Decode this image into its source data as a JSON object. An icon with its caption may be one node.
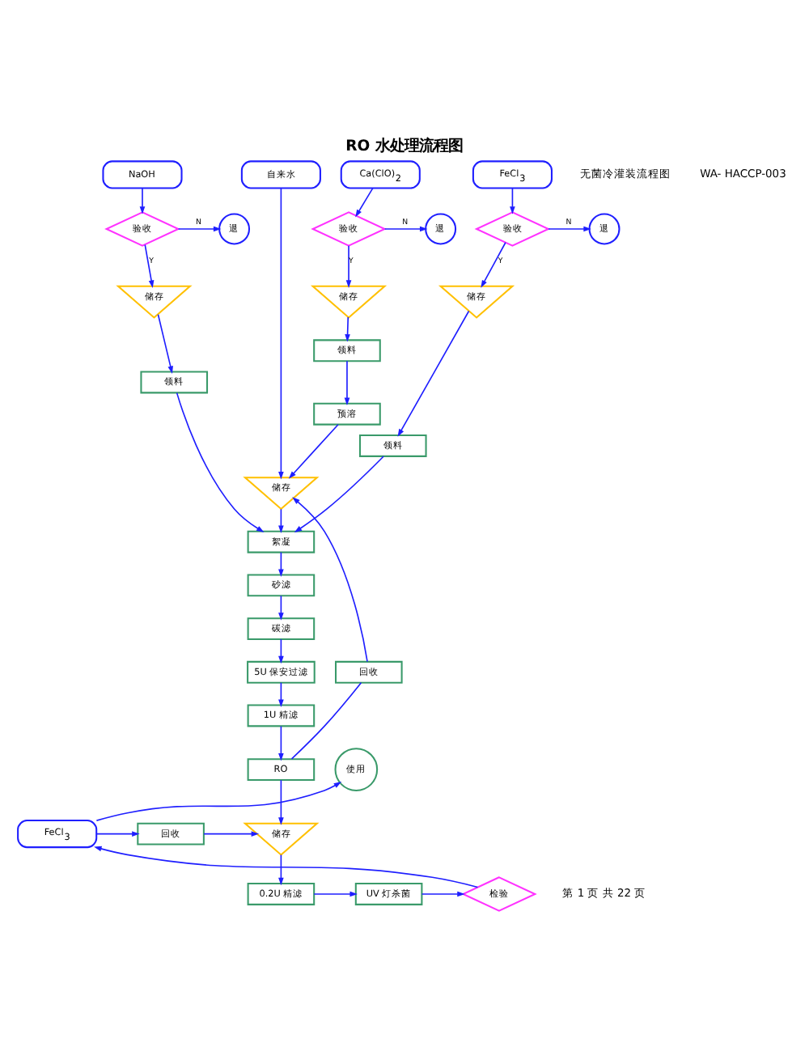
{
  "diagram": {
    "title": "RO 水处理流程图",
    "nodes": [
      {
        "text": [
          "NaOH"
        ]
      },
      {
        "text": [
          "FeCl$_{3}$"
        ]
      },
      {
        "text": [
          "自来水"
        ]
      },
      {
        "text": [
          "Ca(ClO)$_{2}$"
        ]
      },
      {
        "text": [
          "退"
        ]
      },
      {
        "text": [
          "验收"
        ]
      },
      {
        "text": [
          "退"
        ]
      },
      {
        "text": [
          "验收"
        ]
      },
      {
        "text": [
          "退"
        ]
      },
      {
        "text": [
          "验收"
        ]
      },
      {
        "text": [
          "储存"
        ]
      },
      {
        "text": [
          "储存"
        ]
      },
      {
        "text": [
          "储存"
        ]
      },
      {
        "text": [
          "领料"
        ]
      },
      {
        "text": [
          "领料"
        ]
      },
      {
        "text": [
          "领料"
        ]
      },
      {
        "text": [
          "储存"
        ]
      },
      {
        "text": [
          "预溶"
        ]
      },
      {
        "text": [
          "絮凝"
        ]
      },
      {
        "text": [
          "砂滤"
        ]
      },
      {
        "text": [
          "碳滤"
        ]
      },
      {
        "text": [
          "5U 保安过滤"
        ]
      },
      {
        "text": [
          "回收"
        ]
      },
      {
        "text": [
          "使用"
        ]
      },
      {
        "text": [
          "1U 精滤"
        ]
      },
      {
        "text": [
          "RO"
        ]
      },
      {
        "text": [
          "FeCl$_{3}$"
        ]
      },
      {
        "text": [
          "回收"
        ]
      },
      {
        "text": [
          "储存"
        ]
      },
      {
        "text": [
          "检验"
        ]
      },
      {
        "text": [
          "UV 灯杀菌"
        ]
      },
      {
        "text": [
          "0.2U 精滤"
        ]
      }
    ],
    "edges": [
      {
        "from": 0,
        "to": 5,
        "arrow": "to"
      },
      {
        "from": 5,
        "to": 4,
        "arrow": "to",
        "label": "N"
      },
      {
        "from": 5,
        "to": 10,
        "arrow": "to",
        "label": "Y"
      },
      {
        "from": 10,
        "to": 13,
        "arrow": "to"
      },
      {
        "from": 13,
        "to": 18,
        "arrow": "to"
      },
      {
        "from": 1,
        "to": 7,
        "arrow": "to"
      },
      {
        "from": 7,
        "to": 6,
        "arrow": "to",
        "label": "N"
      },
      {
        "from": 7,
        "to": 11,
        "arrow": "to",
        "label": "Y"
      },
      {
        "from": 11,
        "to": 14,
        "arrow": "to"
      },
      {
        "from": 14,
        "to": 18,
        "arrow": "to"
      },
      {
        "from": 2,
        "to": 16,
        "arrow": "to"
      },
      {
        "from": 3,
        "to": 9,
        "arrow": "to"
      },
      {
        "from": 9,
        "to": 8,
        "arrow": "to",
        "label": "N"
      },
      {
        "from": 9,
        "to": 12,
        "arrow": "to",
        "label": "Y"
      },
      {
        "from": 12,
        "to": 15,
        "arrow": "to"
      },
      {
        "from": 15,
        "to": 17,
        "arrow": "to"
      },
      {
        "from": 17,
        "to": 16,
        "arrow": "to"
      },
      {
        "from": 22,
        "to": 16,
        "arrow": "to"
      },
      {
        "from": 16,
        "to": 18,
        "arrow": "to"
      },
      {
        "from": 18,
        "to": 19,
        "arrow": "to"
      },
      {
        "from": 19,
        "to": 20,
        "arrow": "to"
      },
      {
        "from": 20,
        "to": 21,
        "arrow": "to"
      },
      {
        "from": 21,
        "to": 24,
        "arrow": "to"
      },
      {
        "from": 24,
        "to": 25,
        "arrow": "to"
      },
      {
        "from": 25,
        "to": 28,
        "arrow": "to"
      },
      {
        "from": 25,
        "to": 22,
        "arrow": "none"
      },
      {
        "from": 26,
        "to": 23,
        "arrow": "to"
      },
      {
        "from": 26,
        "to": 27,
        "arrow": "to"
      },
      {
        "from": 27,
        "to": 28,
        "arrow": "to"
      },
      {
        "from": 28,
        "to": 31,
        "arrow": "to"
      },
      {
        "from": 31,
        "to": 30,
        "arrow": "to"
      },
      {
        "from": 30,
        "to": 29,
        "arrow": "to"
      },
      {
        "from": 29,
        "to": 26,
        "arrow": "to"
      }
    ],
    "labels": [
      "无菌冷灌装流程图",
      "WA- HACCP-003",
      "第 1 页 共 22 页"
    ]
  }
}
